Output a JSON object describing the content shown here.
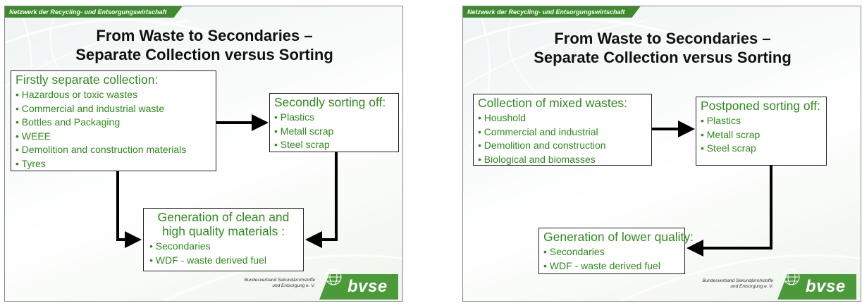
{
  "slides": [
    {
      "header_tag": "Netzwerk der Recycling- und Entsorgungswirtschaft",
      "title_line1": "From Waste to Secondaries –",
      "title_line2": "Separate Collection versus Sorting",
      "box_first": {
        "heading": "Firstly separate collection:",
        "items": [
          "Hazardous or toxic wastes",
          "Commercial and industrial waste",
          "Bottles and Packaging",
          "WEEE",
          "Demolition and construction materials",
          "Tyres"
        ]
      },
      "box_second": {
        "heading": "Secondly sorting off:",
        "items": [
          "Plastics",
          "Metall scrap",
          "Steel scrap"
        ]
      },
      "box_result": {
        "heading_line1": "Generation of clean and",
        "heading_line2": "high quality materials :",
        "items": [
          "Secondaries",
          "WDF - waste derived fuel"
        ]
      },
      "footer_line1": "Bundesverband Sekundärrohstoffe",
      "footer_line2": "und Entsorgung e. V.",
      "logo_text": "bvse"
    },
    {
      "header_tag": "Netzwerk der Recycling- und Entsorgungswirtschaft",
      "title_line1": "From Waste to Secondaries –",
      "title_line2": "Separate Collection versus Sorting",
      "box_first": {
        "heading": "Collection of mixed wastes:",
        "items": [
          "Houshold",
          "Commercial and industrial",
          "Demolition and construction",
          "Biological and biomasses"
        ]
      },
      "box_second": {
        "heading": "Postponed sorting off:",
        "items": [
          "Plastics",
          "Metall scrap",
          "Steel scrap"
        ]
      },
      "box_result": {
        "heading": "Generation of lower quality:",
        "items": [
          "Secondaries",
          "WDF - waste derived fuel"
        ]
      },
      "footer_line1": "Bundesverband Sekundärrohstoffe",
      "footer_line2": "und Entsorgung e. V.",
      "logo_text": "bvse"
    }
  ],
  "colors": {
    "accent_green": "#2f8a1e",
    "header_green": "#3f8a2e",
    "logo_green": "#4a9a3a"
  }
}
